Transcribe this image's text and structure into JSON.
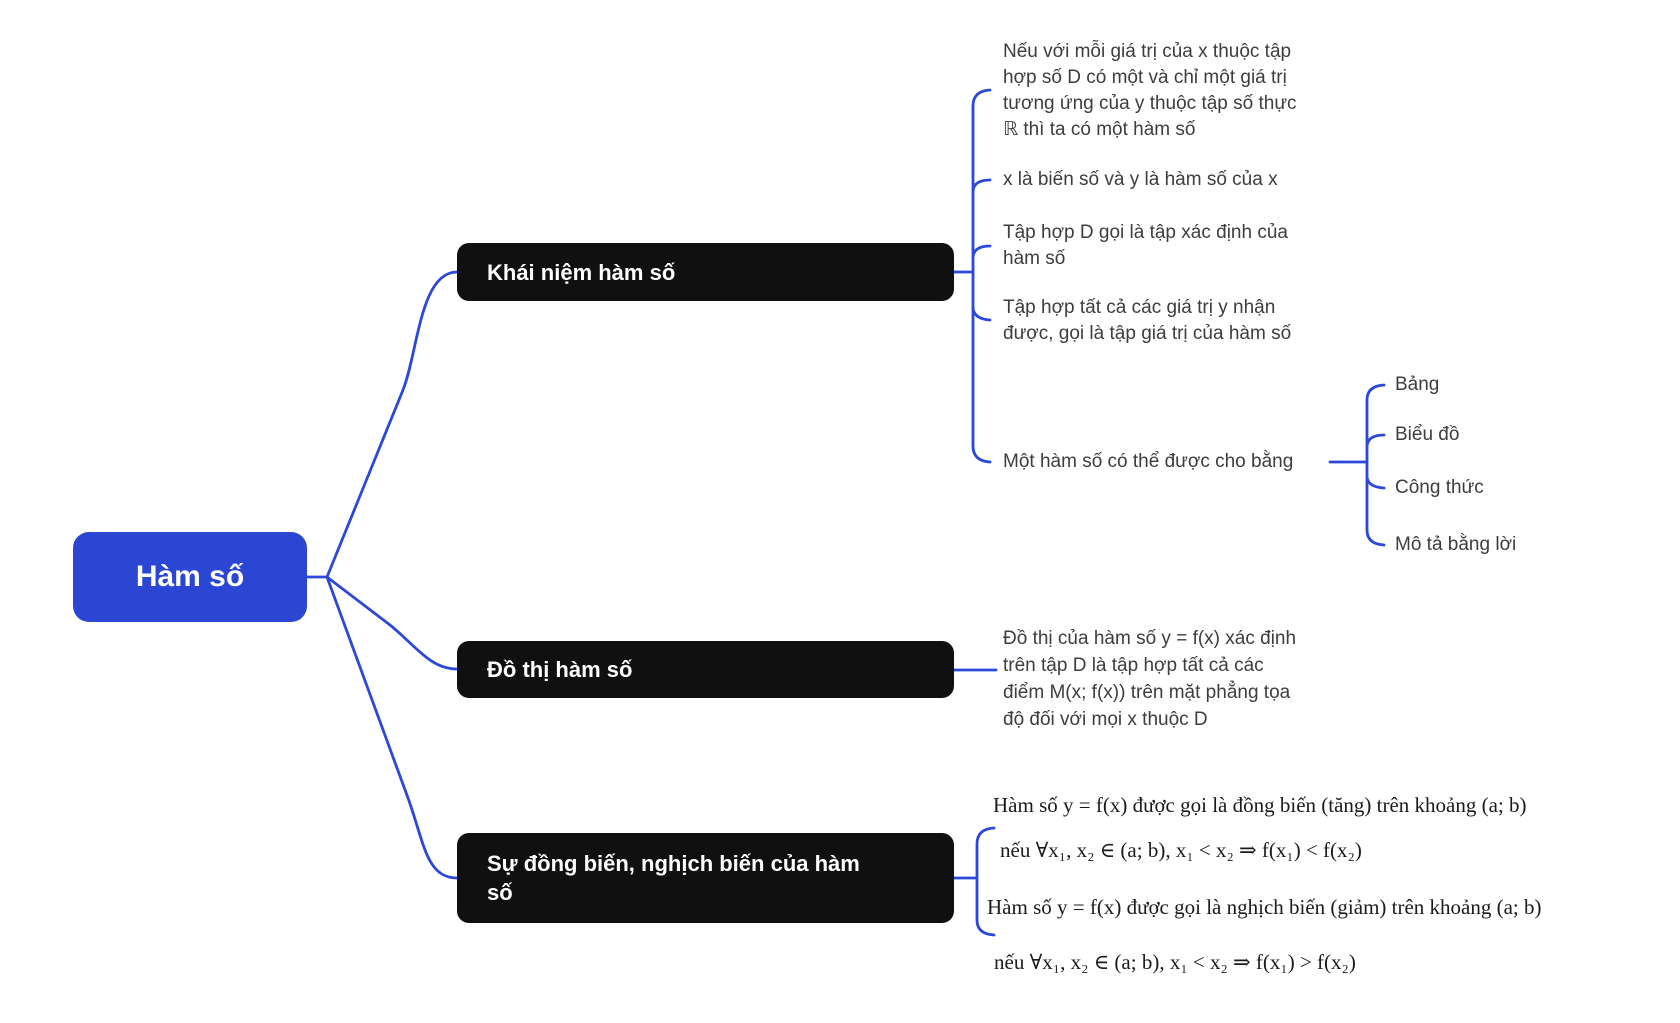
{
  "root": {
    "label": "Hàm số"
  },
  "colors": {
    "root_blue": "#2a46d2",
    "connector_blue": "#2b48da",
    "branch_black": "#101010",
    "note_gray": "#3d3d3d"
  },
  "branches": [
    {
      "label": "Khái niệm hàm số",
      "children": [
        {
          "text": "Nếu với mỗi giá trị của x thuộc tập\nhợp số D có một và chỉ một giá trị\ntương ứng của y thuộc tập số thực\nℝ thì ta có một hàm số"
        },
        {
          "text": "x là biến số và y là hàm số của x"
        },
        {
          "text": "Tập hợp D gọi là tập xác định của\nhàm số"
        },
        {
          "text": "Tập hợp tất cả các giá trị y nhận\nđược, gọi là tập giá trị của hàm số"
        },
        {
          "text": "Một hàm số có thể được cho bằng",
          "children": [
            "Bảng",
            "Biểu đồ",
            "Công thức",
            "Mô tả bằng lời"
          ]
        }
      ]
    },
    {
      "label": "Đồ thị hàm số",
      "children": [
        {
          "text": "Đồ thị của hàm số y = f(x) xác định\ntrên tập D là tập hợp tất cả các\nđiểm M(x; f(x)) trên mặt phẳng tọa\nđộ đối với mọi x thuộc D"
        }
      ]
    },
    {
      "label": "Sự đồng biến, nghịch biến của hàm\nsố",
      "children": [
        {
          "line1": "Hàm số y = f(x) được gọi là đồng biến (tăng) trên khoảng (a; b)",
          "line2": "nếu ∀x₁, x₂ ∈ (a; b), x₁ < x₂ ⇒ f(x₁) < f(x₂)"
        },
        {
          "line1": "Hàm số y = f(x) được gọi là nghịch biến (giảm) trên khoảng (a; b)",
          "line2": "nếu ∀x₁, x₂ ∈ (a; b), x₁ < x₂ ⇒ f(x₁) > f(x₂)"
        }
      ]
    }
  ]
}
